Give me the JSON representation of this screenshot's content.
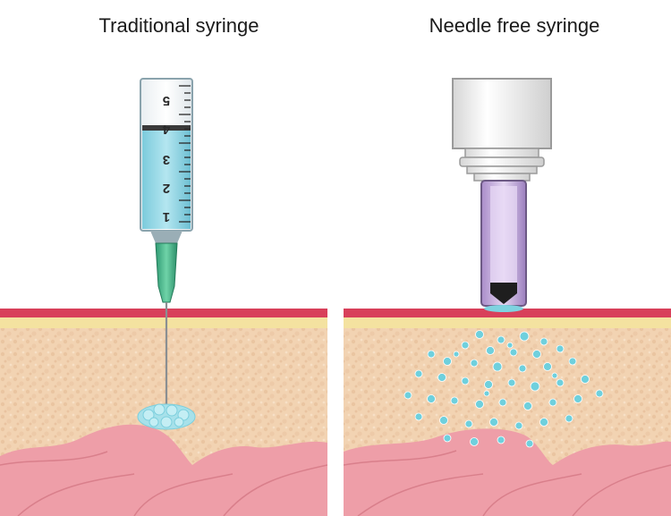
{
  "panels": {
    "left": {
      "title": "Traditional syringe",
      "scale_labels": [
        "1",
        "2",
        "3",
        "4",
        "5"
      ]
    },
    "right": {
      "title": "Needle free syringe"
    }
  },
  "colors": {
    "background": "#ffffff",
    "skin_surface": "#d8405a",
    "epidermis_yellow": "#f4e2a0",
    "dermis": "#f2d3b2",
    "muscle": "#ee9ea8",
    "liquid_blue": "#8fd6e4",
    "needle_hub_green": "#4db38a",
    "nozzle_purple": "#c9b2e2",
    "droplet_cyan": "#6fd0dd"
  }
}
